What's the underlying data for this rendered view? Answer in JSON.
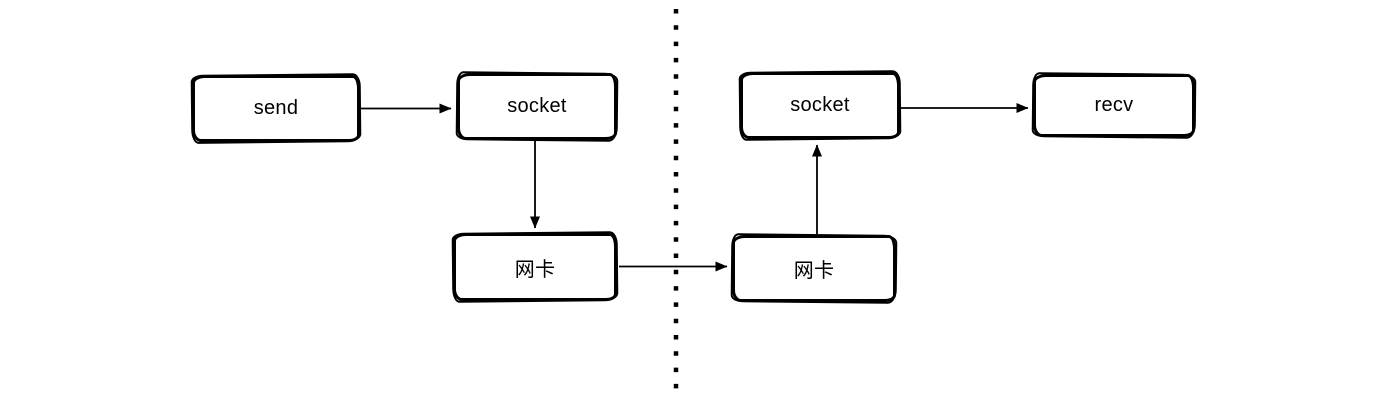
{
  "diagram": {
    "type": "flow",
    "style": "hand-drawn",
    "colors": {
      "stroke": "#000000",
      "background": "#ffffff"
    },
    "nodes": {
      "send": {
        "label": "send"
      },
      "socket_left": {
        "label": "socket"
      },
      "nic_left": {
        "label": "网卡"
      },
      "nic_right": {
        "label": "网卡"
      },
      "socket_right": {
        "label": "socket"
      },
      "recv": {
        "label": "recv"
      }
    },
    "edges": [
      {
        "from": "send",
        "to": "socket_left",
        "direction": "right"
      },
      {
        "from": "socket_left",
        "to": "nic_left",
        "direction": "down"
      },
      {
        "from": "nic_left",
        "to": "nic_right",
        "direction": "right"
      },
      {
        "from": "nic_right",
        "to": "socket_right",
        "direction": "up"
      },
      {
        "from": "socket_right",
        "to": "recv",
        "direction": "right"
      }
    ],
    "divider": {
      "orientation": "vertical",
      "style": "dotted"
    }
  }
}
